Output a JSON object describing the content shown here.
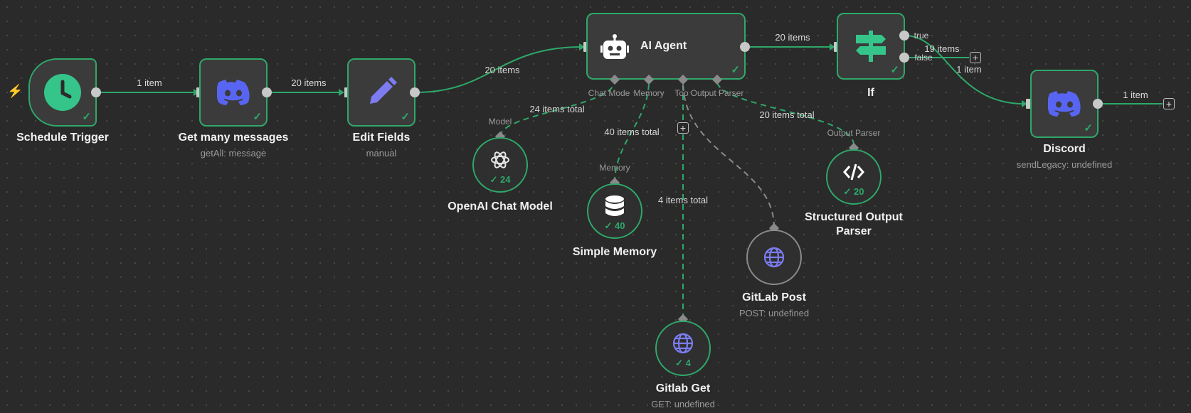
{
  "colors": {
    "success": "#2ea86a",
    "discord": "#5865F2",
    "globe": "#7c7cf0",
    "canvas_bg": "#2a2a2a",
    "node_bg": "#3b3b3b"
  },
  "nodes": {
    "schedule_trigger": {
      "title": "Schedule Trigger",
      "icon": "clock-icon"
    },
    "get_messages": {
      "title": "Get many messages",
      "subtitle": "getAll: message",
      "icon": "discord-icon"
    },
    "edit_fields": {
      "title": "Edit Fields",
      "subtitle": "manual",
      "icon": "pencil-icon"
    },
    "ai_agent": {
      "title": "AI Agent",
      "icon": "robot-icon",
      "ports": [
        "Chat Mode",
        "Memory",
        "Too",
        "Output Parser"
      ]
    },
    "if": {
      "title": "If",
      "icon": "signpost-icon",
      "outputs": [
        "true",
        "false"
      ]
    },
    "discord": {
      "title": "Discord",
      "subtitle": "sendLegacy: undefined",
      "icon": "discord-icon"
    },
    "openai": {
      "title": "OpenAI Chat Model",
      "count": "24",
      "port": "Model",
      "icon": "openai-icon"
    },
    "memory": {
      "title": "Simple Memory",
      "count": "40",
      "port": "Memory",
      "icon": "database-icon"
    },
    "parser": {
      "title_line1": "Structured Output",
      "title_line2": "Parser",
      "count": "20",
      "port": "Output Parser",
      "icon": "code-icon"
    },
    "gitlab_post": {
      "title": "GitLab Post",
      "subtitle": "POST: undefined",
      "icon": "globe-icon"
    },
    "gitlab_get": {
      "title": "Gitlab Get",
      "subtitle": "GET: undefined",
      "count": "4",
      "icon": "globe-icon"
    }
  },
  "edges": {
    "trigger_to_get": "1 item",
    "get_to_edit": "20 items",
    "edit_to_agent": "20 items",
    "agent_to_if": "20 items",
    "if_true": "19 items",
    "if_false": "1 item",
    "discord_out": "1 item",
    "openai_total": "24 items total",
    "memory_total": "40 items total",
    "tools_total": "4 items total",
    "parser_total": "20 items total"
  }
}
